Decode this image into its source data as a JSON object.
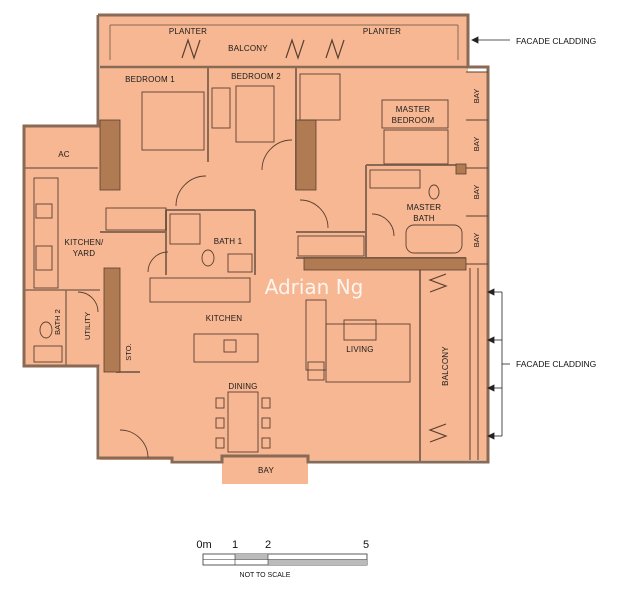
{
  "colors": {
    "floor": "#f6b792",
    "floor_light": "#f9c8aa",
    "wall": "#8a6a55",
    "column": "#b07a52",
    "line": "#5a4030",
    "fixture": "#f3c6a9"
  },
  "rooms": {
    "planter_left": "PLANTER",
    "planter_right": "PLANTER",
    "balcony_top": "BALCONY",
    "bedroom1": "BEDROOM 1",
    "bedroom2": "BEDROOM 2",
    "master_bedroom_l1": "MASTER",
    "master_bedroom_l2": "BEDROOM",
    "master_bath_l1": "MASTER",
    "master_bath_l2": "BATH",
    "ac": "AC",
    "kitchen_yard_l1": "KITCHEN/",
    "kitchen_yard_l2": "YARD",
    "bath1": "BATH 1",
    "bath2": "BATH 2",
    "utility": "UTILITY",
    "kitchen": "KITCHEN",
    "store": "STO.",
    "living": "LIVING",
    "dining": "DINING",
    "bay_bottom": "BAY",
    "balcony_right": "BALCONY",
    "bay_right": [
      "BAY",
      "BAY",
      "BAY",
      "BAY"
    ]
  },
  "annotations": {
    "facade_top": "FACADE CLADDING",
    "facade_right": "FACADE CLADDING"
  },
  "watermark": "Adrian Ng",
  "scale": {
    "ticks": [
      "0m",
      "1",
      "2",
      "5"
    ],
    "note": "NOT TO SCALE"
  }
}
